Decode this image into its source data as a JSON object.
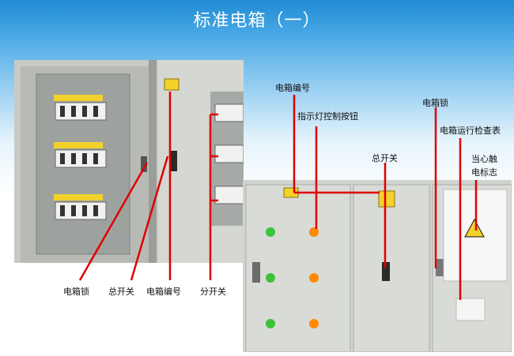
{
  "title": "标准电箱（一）",
  "labels": {
    "lock1": "电箱锁",
    "main_switch1": "总开关",
    "box_number1": "电箱编号",
    "sub_switch": "分开关",
    "box_number2": "电箱编号",
    "indicator_button": "指示灯控制按钮",
    "main_switch2": "总开关",
    "lock2": "电箱锁",
    "checklist": "电箱运行检查表",
    "shock_sign_line1": "当心触",
    "shock_sign_line2": "电标志"
  },
  "colors": {
    "annotation_line": "#e00000",
    "cabinet": "#d6d8d4",
    "panel": "#c9ccc8"
  }
}
